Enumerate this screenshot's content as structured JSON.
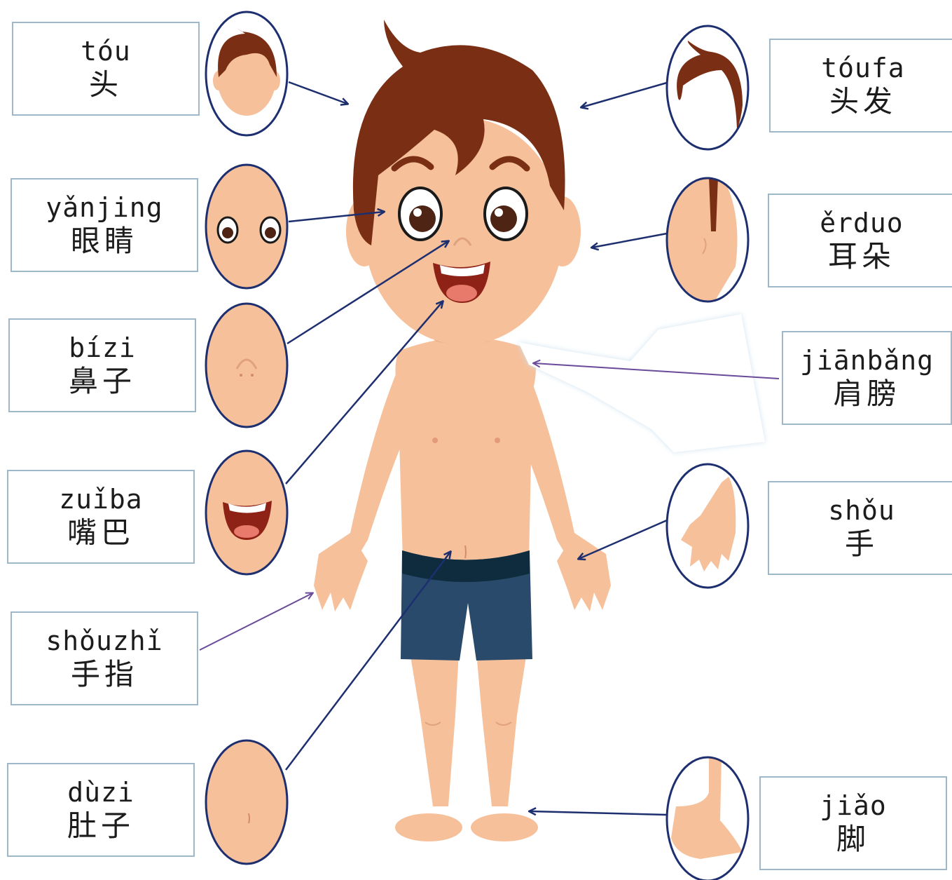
{
  "labels": {
    "tou": {
      "pinyin": "tóu",
      "hanzi": "头"
    },
    "toufa": {
      "pinyin": "tóufa",
      "hanzi": "头发"
    },
    "yanjing": {
      "pinyin": "yǎnjing",
      "hanzi": "眼睛"
    },
    "erduo": {
      "pinyin": "ěrduo",
      "hanzi": "耳朵"
    },
    "bizi": {
      "pinyin": "bízi",
      "hanzi": "鼻子"
    },
    "jianbang": {
      "pinyin": "jiānbǎng",
      "hanzi": "肩膀"
    },
    "zuiba": {
      "pinyin": "zuǐba",
      "hanzi": "嘴巴"
    },
    "shou": {
      "pinyin": "shǒu",
      "hanzi": "手"
    },
    "shouzhi": {
      "pinyin": "shǒuzhǐ",
      "hanzi": "手指"
    },
    "duzi": {
      "pinyin": "dùzi",
      "hanzi": "肚子"
    },
    "jiao": {
      "pinyin": "jiǎo",
      "hanzi": "脚"
    }
  },
  "colors": {
    "skin": "#f5c09a",
    "hair": "#7a2f14",
    "shorts": "#294a6b",
    "waistband": "#0f2c3e",
    "arrow_blue": "#1d2f6f",
    "arrow_purple": "#6a4a9a",
    "box_border": "#9fb8c9"
  }
}
